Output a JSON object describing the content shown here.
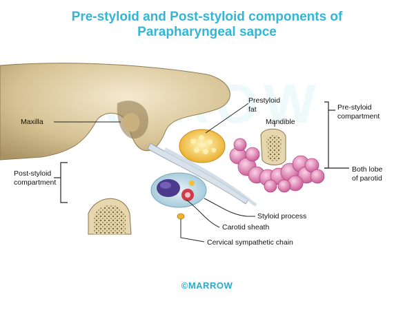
{
  "title": {
    "line1": "Pre-styloid and Post-styloid components of",
    "line2": "Parapharyngeal sapce"
  },
  "watermark": "MARROW",
  "footer": {
    "logo_text": "©MARROW"
  },
  "labels": {
    "maxilla": "Maxilla",
    "prestyloid_fat_1": "Prestyloid",
    "prestyloid_fat_2": "fat",
    "mandible": "Mandible",
    "pre_styloid_compartment_1": "Pre-styloid",
    "pre_styloid_compartment_2": "compartment",
    "post_styloid_compartment_1": "Post-styloid",
    "post_styloid_compartment_2": "compartment",
    "both_lobe_1": "Both lobe",
    "both_lobe_2": "of parotid",
    "styloid_process": "Styloid process",
    "carotid_sheath": "Carotid sheath",
    "cervical_sympathetic_chain": "Cervical sympathetic chain"
  },
  "colors": {
    "title": "#33b6d6",
    "bone": "#d8c79a",
    "fat": "#f2c23a",
    "parotid": "#e27fb0",
    "vein": "#4b3a8c",
    "artery": "#d23b4a"
  }
}
